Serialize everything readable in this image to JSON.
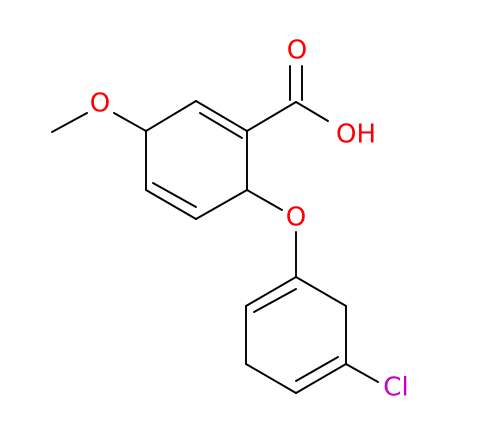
{
  "molecule": {
    "colors": {
      "bond": "#000000",
      "oxygen": "#ff0000",
      "chlorine": "#cc00cc",
      "background": "#ffffff"
    },
    "labels": {
      "carbonyl_oxygen": "O",
      "hydroxyl": "OH",
      "methoxy_oxygen": "O",
      "ether_oxygen": "O",
      "chlorine": "Cl"
    }
  }
}
